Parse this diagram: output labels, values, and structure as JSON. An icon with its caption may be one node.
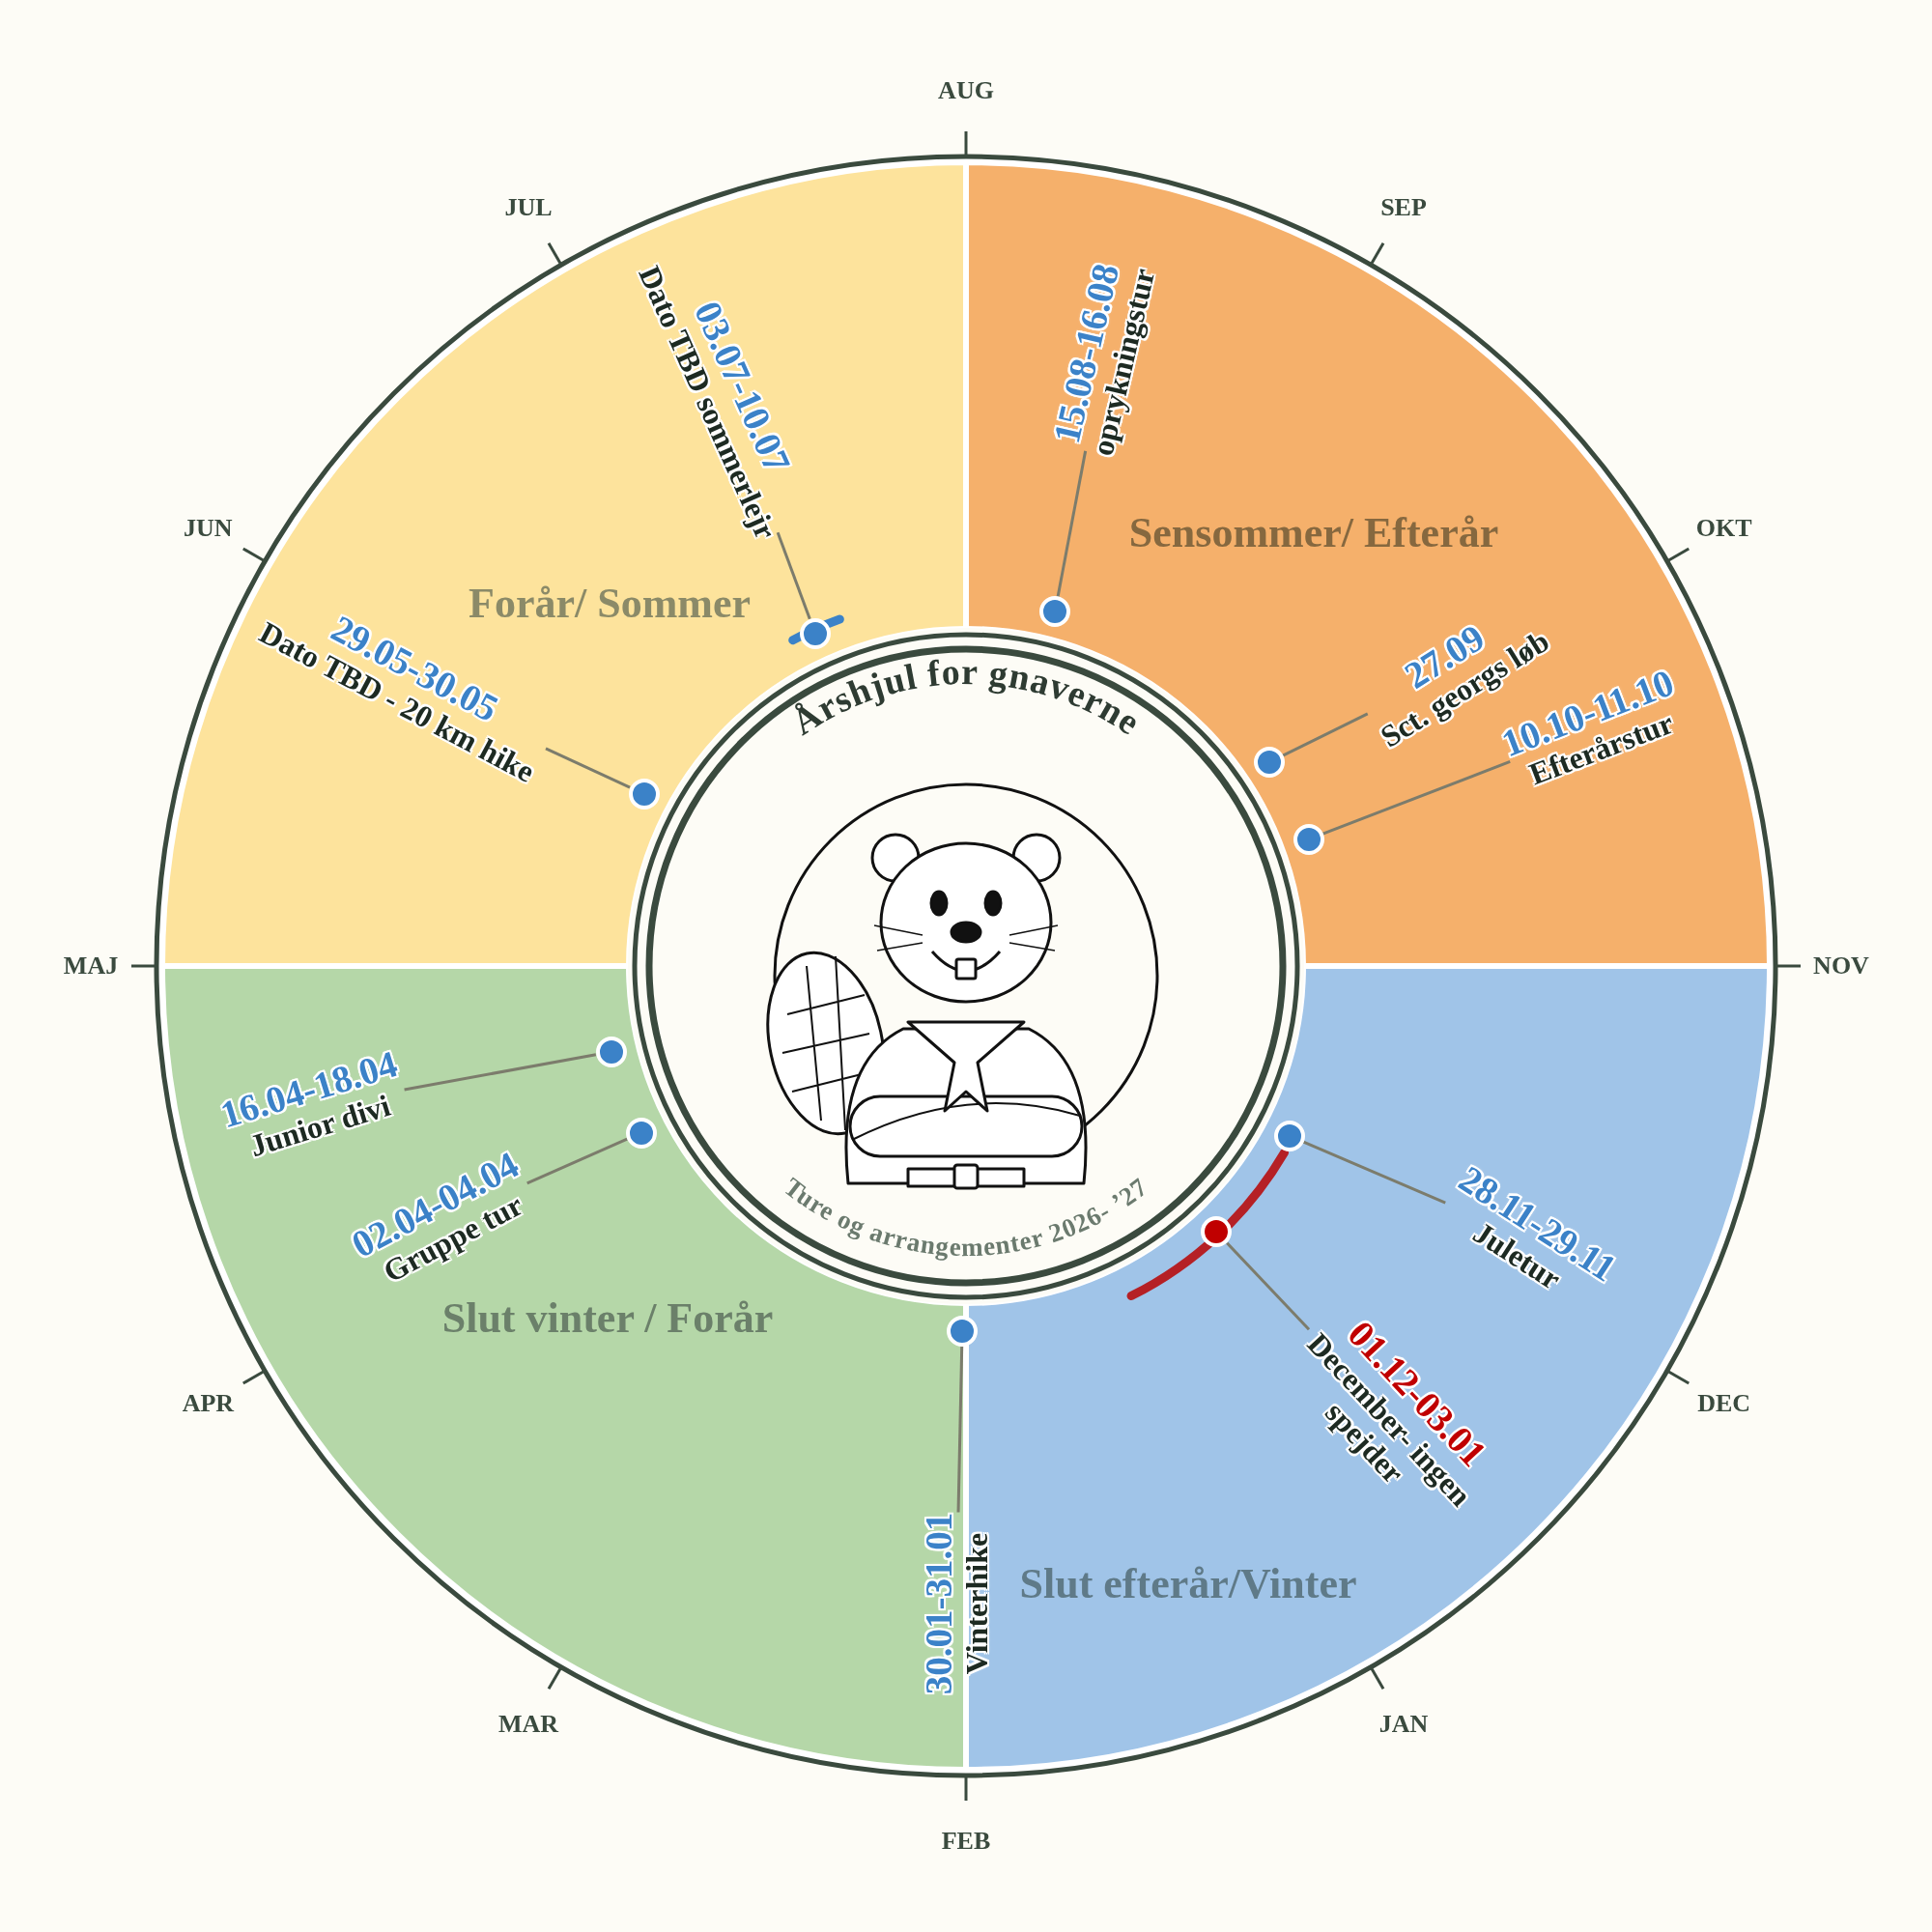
{
  "diagram": {
    "nodes": [
      {
        "text": [
          "Forår/ Sommer"
        ]
      },
      {
        "text": [
          "Sensommer/ Efterår"
        ]
      },
      {
        "text": [
          "Årshjul for gnaverne",
          "Ture og arrangementer 2026- ’27"
        ]
      },
      {
        "text": [
          "Slut vinter / Forår"
        ]
      },
      {
        "text": [
          "Slut efterår/Vinter"
        ]
      },
      {
        "text": [
          "03.07-10.07",
          "Dato TBD sommerlejr"
        ],
        "in": 0
      },
      {
        "text": [
          "29.05-30.05",
          "Dato TBD - 20 km hike"
        ],
        "in": 0
      },
      {
        "text": [
          "15.08-16.08",
          "oprykningstur"
        ],
        "in": 1
      },
      {
        "text": [
          "27.09",
          "Sct. georgs løb"
        ],
        "in": 1
      },
      {
        "text": [
          "10.10-11.10",
          "Efterårstur"
        ],
        "in": 1
      },
      {
        "text": [
          "16.04-18.04",
          "Junior divi"
        ],
        "in": 3
      },
      {
        "text": [
          "02.04-04.04",
          "Gruppe tur"
        ],
        "in": 3
      },
      {
        "text": [
          "30.01-31.01",
          "Vinterhike"
        ]
      },
      {
        "text": [
          "28.11-29.11",
          "Juletur"
        ],
        "in": 4
      },
      {
        "text": [
          "01.12-03.01",
          "December- ingen spejder"
        ],
        "in": 4
      },
      {
        "text": [],
        "shape": "circle",
        "in": 0
      },
      {
        "text": [],
        "shape": "circle",
        "in": 0
      },
      {
        "text": [],
        "shape": "circle",
        "in": 1
      },
      {
        "text": [],
        "shape": "circle",
        "in": 1
      },
      {
        "text": [],
        "shape": "circle",
        "in": 1
      },
      {
        "text": [],
        "shape": "circle",
        "in": 3
      },
      {
        "text": [],
        "shape": "circle",
        "in": 3
      },
      {
        "text": [],
        "shape": "circle"
      },
      {
        "text": [],
        "shape": "circle",
        "in": 4
      },
      {
        "text": [],
        "shape": "circle",
        "in": 4
      }
    ],
    "edges": [
      {
        "from": 5,
        "to": 15,
        "arrow": "none"
      },
      {
        "from": 6,
        "to": 16,
        "arrow": "none"
      },
      {
        "from": 7,
        "to": 17,
        "arrow": "none"
      },
      {
        "from": 8,
        "to": 18,
        "arrow": "none"
      },
      {
        "from": 9,
        "to": 19,
        "arrow": "none"
      },
      {
        "from": 10,
        "to": 20,
        "arrow": "none"
      },
      {
        "from": 11,
        "to": 21,
        "arrow": "none"
      },
      {
        "from": 12,
        "to": 22,
        "arrow": "none"
      },
      {
        "from": 13,
        "to": 23,
        "arrow": "none"
      },
      {
        "from": 14,
        "to": 24,
        "arrow": "none"
      }
    ],
    "labels": [
      "AUG",
      "SEP",
      "OKT",
      "NOV",
      "DEC",
      "JAN",
      "FEB",
      "MAR",
      "APR",
      "MAJ",
      "JUN",
      "JUL"
    ]
  }
}
